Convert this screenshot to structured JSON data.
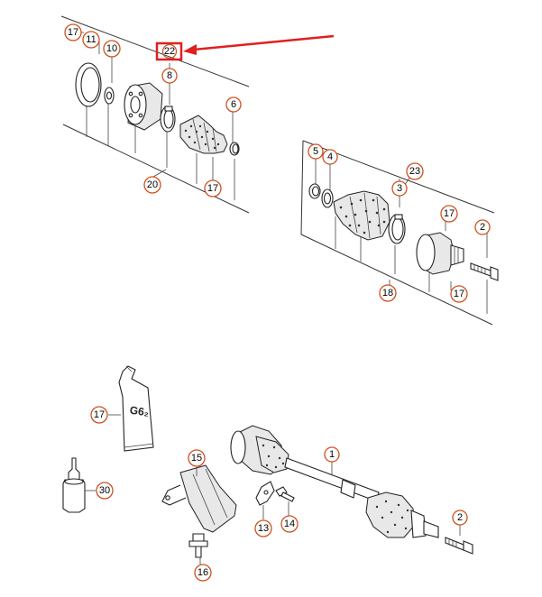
{
  "diagram": {
    "callouts": {
      "c17a": "17",
      "c11": "11",
      "c10": "10",
      "c22": "22",
      "c8": "8",
      "c6": "6",
      "c20": "20",
      "c17b": "17",
      "c5": "5",
      "c4": "4",
      "c23": "23",
      "c3": "3",
      "c17c": "17",
      "c2a": "2",
      "c18": "18",
      "c17d": "17",
      "c17e": "17",
      "c15": "15",
      "c1": "1",
      "c30": "30",
      "c13": "13",
      "c14": "14",
      "c2b": "2",
      "c16": "16"
    },
    "grease_tube_label": "G6₂",
    "highlight_color": "#e02020",
    "callout_color": "#d0501e"
  }
}
